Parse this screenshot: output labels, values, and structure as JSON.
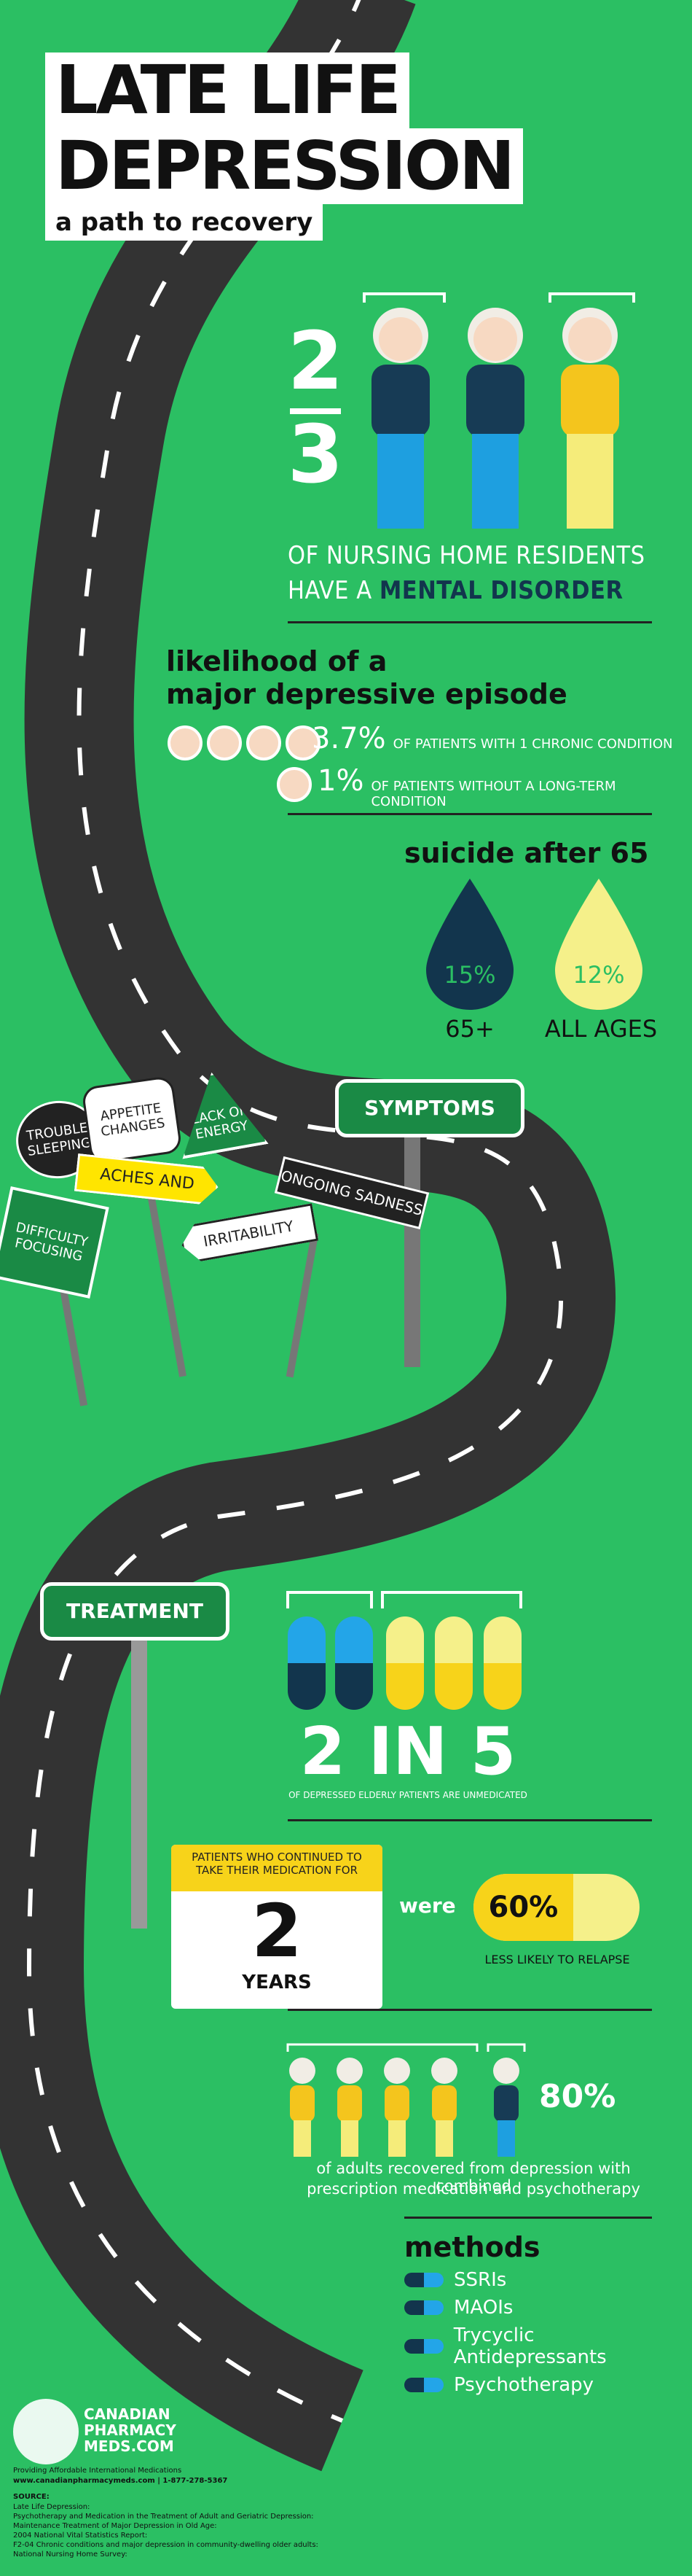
{
  "title": {
    "line1": "LATE LIFE",
    "line2": "DEPRESSION",
    "subtitle": "a path to recovery"
  },
  "nursing": {
    "numerator": "2",
    "denominator": "3",
    "line1": "OF NURSING HOME RESIDENTS",
    "line2_prefix": "HAVE A ",
    "line2_highlight": "MENTAL DISORDER"
  },
  "likelihood": {
    "heading_line1": "likelihood of a",
    "heading_line2": "major depressive episode",
    "row1_pct": "3.7%",
    "row1_text": "OF PATIENTS WITH 1 CHRONIC CONDITION",
    "row2_pct": "1%",
    "row2_text": "OF PATIENTS WITHOUT A LONG-TERM CONDITION"
  },
  "suicide": {
    "heading": "suicide after 65",
    "drop1_pct": "15%",
    "drop1_label": "65+",
    "drop2_pct": "12%",
    "drop2_label": "ALL AGES"
  },
  "symptoms": {
    "sign": "SYMPTOMS",
    "trouble_sleeping": "TROUBLE SLEEPING",
    "appetite_changes": "APPETITE CHANGES",
    "lack_of_energy": "LACK OF ENERGY",
    "aches_and_pains": "ACHES AND PAINS",
    "difficulty_focusing": "DIFFICULTY FOCUSING",
    "ongoing_sadness": "ONGOING SADNESS",
    "irritability": "IRRITABILITY"
  },
  "treatment": {
    "sign": "TREATMENT",
    "big": "2 IN 5",
    "caption": "OF DEPRESSED ELDERLY PATIENTS ARE UNMEDICATED",
    "card_header": "PATIENTS WHO CONTINUED TO TAKE THEIR MEDICATION FOR",
    "card_number": "2",
    "card_unit": "YEARS",
    "were": "were",
    "relapse_pct": "60%",
    "relapse_text": "LESS LIKELY TO RELAPSE",
    "recovered_pct": "80%",
    "recovered_text_1": "of adults recovered from depression with combined",
    "recovered_text_2": "prescription medication and psychotherapy"
  },
  "methods": {
    "heading": "methods",
    "items": [
      "SSRIs",
      "MAOIs",
      "Trycyclic Antidepressants",
      "Psychotherapy"
    ]
  },
  "footer": {
    "brand1": "CANADIAN",
    "brand2": "PHARMACY",
    "brand3": "MEDS.COM",
    "tagline": "Providing Affordable International Medications",
    "contact": "www.canadianpharmacymeds.com | 1-877-278-5367",
    "source_label": "SOURCE:",
    "sources": [
      "Late Life Depression:",
      "Psychotherapy and Medication in the Treatment of Adult and Geriatric Depression:",
      "Maintenance Treatment of Major Depression in Old Age:",
      "2004 National Vital Statistics Report:",
      "F2-04 Chronic conditions and major depression in community-dwelling older adults:",
      "National Nursing Home Survey:"
    ]
  },
  "colors": {
    "background": "#2bbf63",
    "road": "#333333",
    "navy": "#12354d",
    "yellow": "#f7d31a",
    "blue": "#23a5e8"
  }
}
